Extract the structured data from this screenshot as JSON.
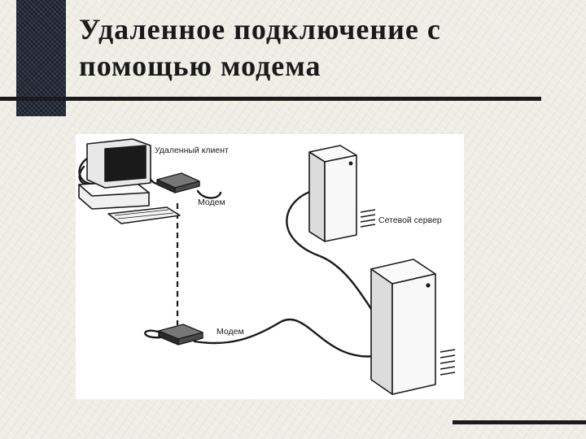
{
  "slide": {
    "title_line1": "Удаленное подключение с",
    "title_line2": "помощью модема"
  },
  "diagram": {
    "labels": {
      "remote_client": "Удаленный клиент",
      "modem_top": "Модем",
      "network_server": "Сетевой сервер",
      "modem_bottom": "Модем"
    }
  }
}
